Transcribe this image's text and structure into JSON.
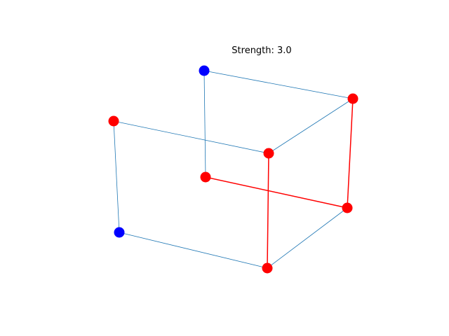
{
  "figure": {
    "title": "Strength: 3.0"
  },
  "graph": {
    "nodes": [
      {
        "id": "n0",
        "color": "#0000ff"
      },
      {
        "id": "n1",
        "color": "#ff0000"
      },
      {
        "id": "n2",
        "color": "#ff0000"
      },
      {
        "id": "n3",
        "color": "#ff0000"
      },
      {
        "id": "n4",
        "color": "#ff0000"
      },
      {
        "id": "n5",
        "color": "#ff0000"
      },
      {
        "id": "n6",
        "color": "#0000ff"
      },
      {
        "id": "n7",
        "color": "#ff0000"
      }
    ],
    "edges": [
      {
        "from": "n0",
        "to": "n1",
        "color": "#1f77b4"
      },
      {
        "from": "n0",
        "to": "n4",
        "color": "#1f77b4"
      },
      {
        "from": "n1",
        "to": "n3",
        "color": "#1f77b4"
      },
      {
        "from": "n2",
        "to": "n3",
        "color": "#1f77b4"
      },
      {
        "from": "n2",
        "to": "n6",
        "color": "#1f77b4"
      },
      {
        "from": "n6",
        "to": "n7",
        "color": "#1f77b4"
      },
      {
        "from": "n5",
        "to": "n7",
        "color": "#1f77b4"
      },
      {
        "from": "n1",
        "to": "n5",
        "color": "#ff0000"
      },
      {
        "from": "n4",
        "to": "n5",
        "color": "#ff0000"
      },
      {
        "from": "n3",
        "to": "n7",
        "color": "#ff0000"
      }
    ]
  }
}
